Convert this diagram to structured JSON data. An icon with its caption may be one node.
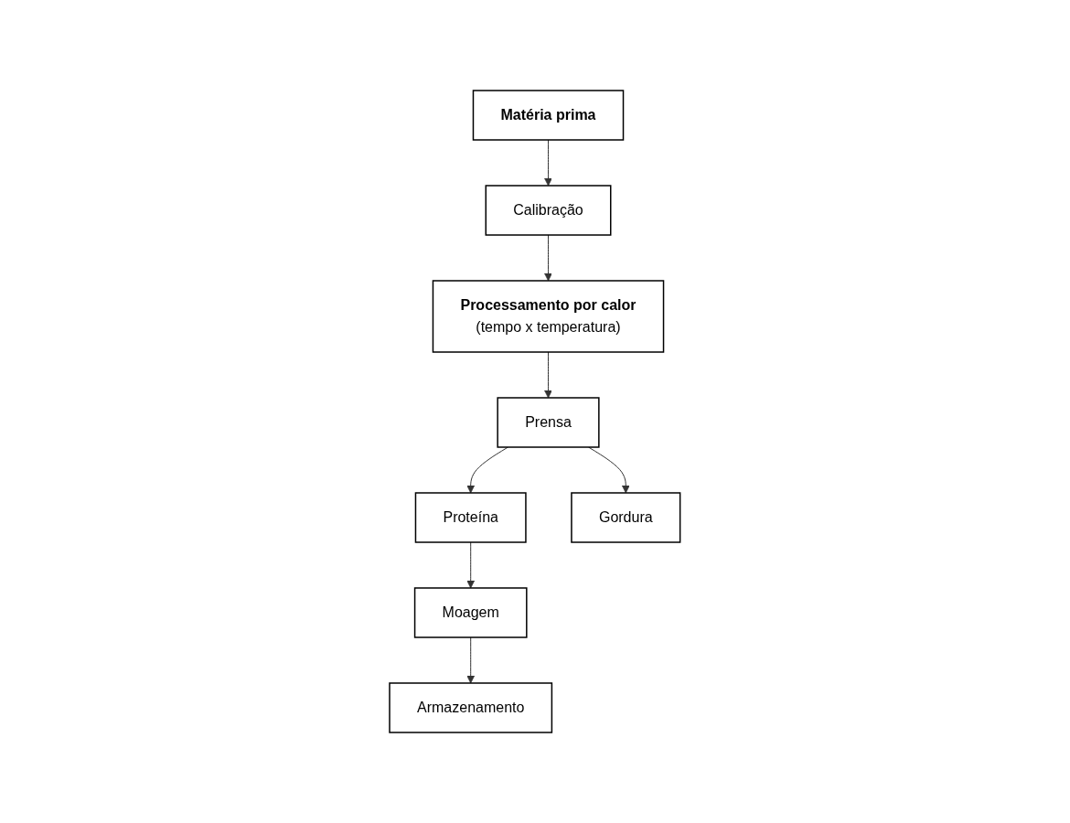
{
  "diagram": {
    "nodes": [
      {
        "text": [
          "Matéria prima"
        ]
      },
      {
        "text": [
          "Calibração"
        ]
      },
      {
        "text": [
          "Processamento por calor",
          "(tempo x temperatura)"
        ]
      },
      {
        "text": [
          "Prensa"
        ]
      },
      {
        "text": [
          "Proteína"
        ]
      },
      {
        "text": [
          "Gordura"
        ]
      },
      {
        "text": [
          "Moagem"
        ]
      },
      {
        "text": [
          "Armazenamento"
        ]
      }
    ],
    "edges": [
      {
        "from": 0,
        "to": 1,
        "arrow": "to"
      },
      {
        "from": 1,
        "to": 2,
        "arrow": "to"
      },
      {
        "from": 2,
        "to": 3,
        "arrow": "to"
      },
      {
        "from": 3,
        "to": 4,
        "arrow": "to"
      },
      {
        "from": 3,
        "to": 5,
        "arrow": "to"
      },
      {
        "from": 4,
        "to": 6,
        "arrow": "to"
      },
      {
        "from": 6,
        "to": 7,
        "arrow": "to"
      }
    ]
  }
}
